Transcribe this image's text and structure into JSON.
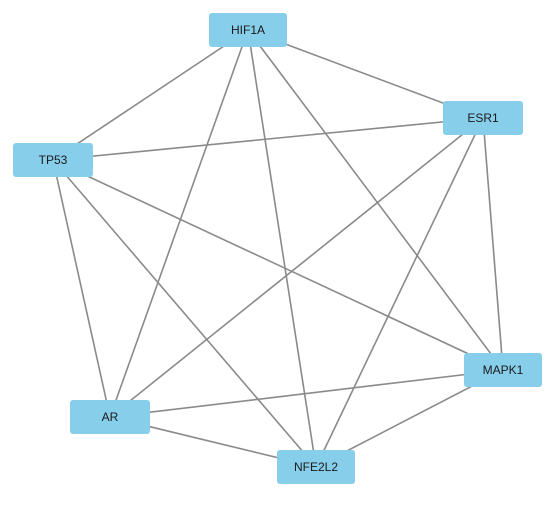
{
  "nodes": [
    {
      "id": "HIF1A",
      "label": "HIF1A"
    },
    {
      "id": "ESR1",
      "label": "ESR1"
    },
    {
      "id": "TP53",
      "label": "TP53"
    },
    {
      "id": "MAPK1",
      "label": "MAPK1"
    },
    {
      "id": "AR",
      "label": "AR"
    },
    {
      "id": "NFE2L2",
      "label": "NFE2L2"
    }
  ],
  "edges": [
    [
      "HIF1A",
      "ESR1"
    ],
    [
      "HIF1A",
      "TP53"
    ],
    [
      "HIF1A",
      "MAPK1"
    ],
    [
      "HIF1A",
      "AR"
    ],
    [
      "HIF1A",
      "NFE2L2"
    ],
    [
      "ESR1",
      "TP53"
    ],
    [
      "ESR1",
      "MAPK1"
    ],
    [
      "ESR1",
      "AR"
    ],
    [
      "ESR1",
      "NFE2L2"
    ],
    [
      "TP53",
      "MAPK1"
    ],
    [
      "TP53",
      "AR"
    ],
    [
      "TP53",
      "NFE2L2"
    ],
    [
      "MAPK1",
      "AR"
    ],
    [
      "MAPK1",
      "NFE2L2"
    ],
    [
      "AR",
      "NFE2L2"
    ]
  ],
  "colors": {
    "node_fill": "#87CEEB",
    "edge": "#8a8a8a",
    "label": "#1a1a1a"
  }
}
